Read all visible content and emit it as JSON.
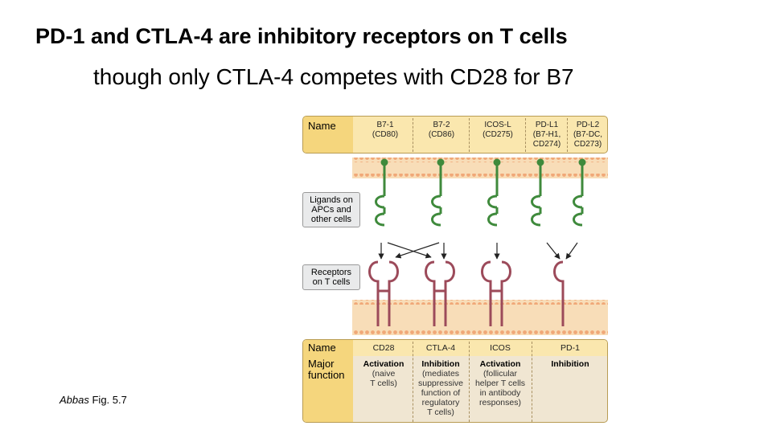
{
  "slide": {
    "title_line1": "PD-1 and CTLA-4 are inhibitory receptors on T cells",
    "title_line2": "though only CTLA-4 competes with CD28 for B7",
    "citation_author": "Abbas",
    "citation_ref": " Fig. 5.7"
  },
  "figure": {
    "top_header": "Name",
    "ligands": [
      {
        "line1": "B7-1",
        "line2": "(CD80)",
        "line3": ""
      },
      {
        "line1": "B7-2",
        "line2": "(CD86)",
        "line3": ""
      },
      {
        "line1": "ICOS-L",
        "line2": "(CD275)",
        "line3": ""
      },
      {
        "line1": "PD-L1",
        "line2": "(B7-H1,",
        "line3": "CD274)"
      },
      {
        "line1": "PD-L2",
        "line2": "(B7-DC,",
        "line3": "CD273)"
      }
    ],
    "ligand_label": {
      "line1": "Ligands on",
      "line2": "APCs and",
      "line3": "other cells"
    },
    "receptor_label": {
      "line1": "Receptors",
      "line2": "on T cells"
    },
    "bottom_name_header": "Name",
    "bottom_func_header_line1": "Major",
    "bottom_func_header_line2": "function",
    "receptors": [
      {
        "name": "CD28",
        "function": "Activation",
        "detail": [
          "(naive",
          "T cells)"
        ]
      },
      {
        "name": "CTLA-4",
        "function": "Inhibition",
        "detail": [
          "(mediates",
          "suppressive",
          "function of",
          "regulatory",
          "T cells)"
        ]
      },
      {
        "name": "ICOS",
        "function": "Activation",
        "detail": [
          "(follicular",
          "helper T cells",
          "in antibody",
          "responses)"
        ]
      },
      {
        "name": "PD-1",
        "function": "Inhibition",
        "detail": []
      }
    ]
  }
}
